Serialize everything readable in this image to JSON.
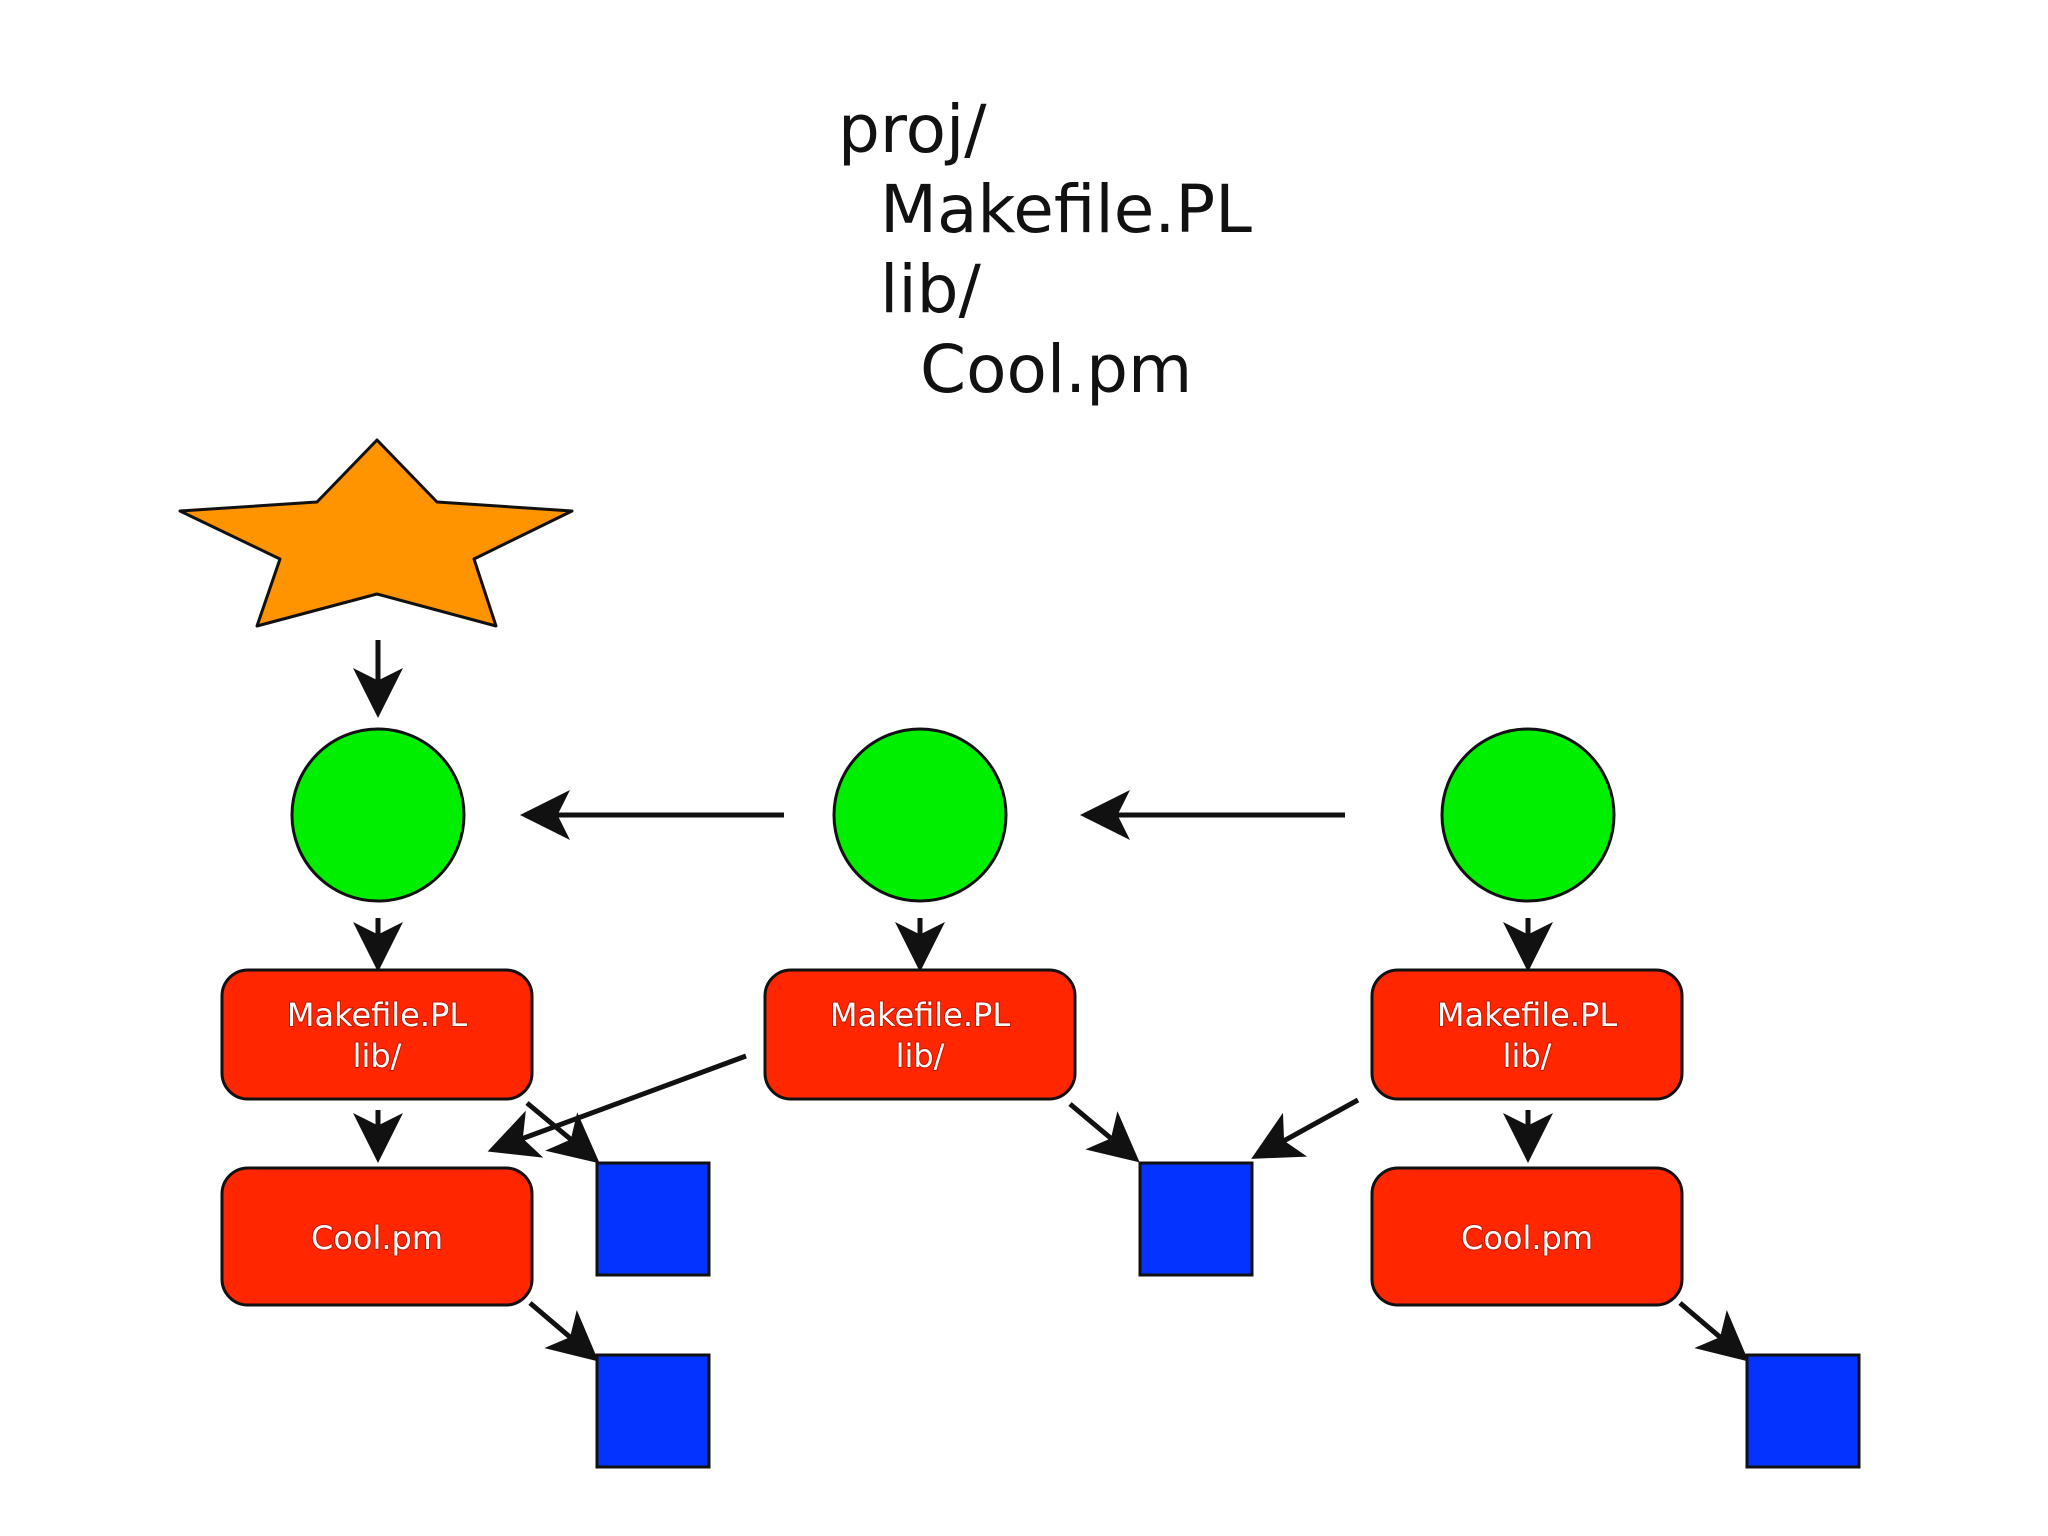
{
  "tree": {
    "root": "proj/",
    "makefile": "Makefile.PL",
    "lib": "lib/",
    "module": "Cool.pm"
  },
  "nodes": {
    "dist_1": {
      "line1": "Makefile.PL",
      "line2": "lib/"
    },
    "dist_2": {
      "line1": "Makefile.PL",
      "line2": "lib/"
    },
    "dist_3": {
      "line1": "Makefile.PL",
      "line2": "lib/"
    },
    "module_1": {
      "label": "Cool.pm"
    },
    "module_3": {
      "label": "Cool.pm"
    }
  },
  "colors": {
    "star": "#ff9300",
    "commit": "#00ee00",
    "file_box": "#ff2600",
    "blob": "#0433ff",
    "outline": "#111111",
    "text": "#ffffff"
  }
}
